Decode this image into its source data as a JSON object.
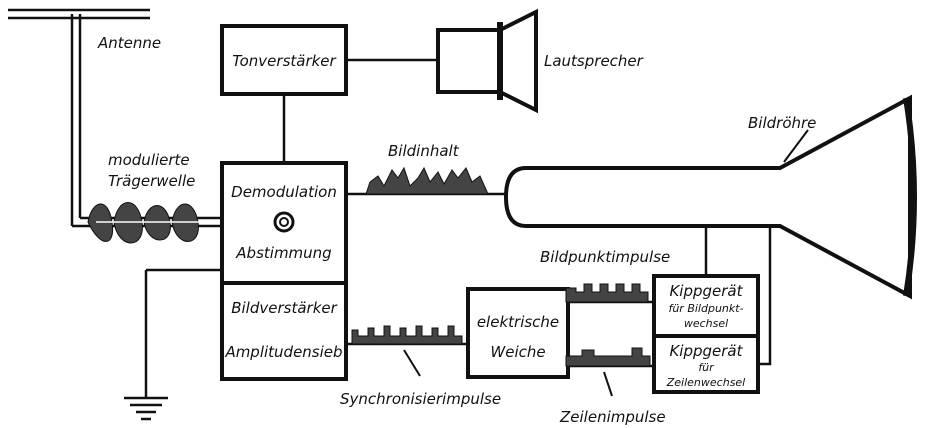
{
  "colors": {
    "ink": "#111111",
    "paper": "#ffffff",
    "pulse_fill": "#444444"
  },
  "labels": {
    "antenna": "Antenne",
    "carrier_line1": "modulierte",
    "carrier_line2": "Trägerwelle",
    "loudspeaker": "Lautsprecher",
    "picture_content": "Bildinhalt",
    "picture_tube": "Bildröhre",
    "pixel_pulses": "Bildpunktimpulse",
    "sync_pulses": "Synchronisierimpulse",
    "line_pulses": "Zeilenimpulse"
  },
  "blocks": {
    "audio_amp": "Tonverstärker",
    "demod_line1": "Demodulation",
    "demod_line2": "Abstimmung",
    "video_amp_line1": "Bildverstärker",
    "video_amp_line2": "Amplitudensieb",
    "switch_line1": "elektrische",
    "switch_line2": "Weiche",
    "pixel_sweep_line1": "Kippgerät",
    "pixel_sweep_line2": "für Bildpunkt-",
    "pixel_sweep_line3": "wechsel",
    "line_sweep_line1": "Kippgerät",
    "line_sweep_line2": "für",
    "line_sweep_line3": "Zeilenwechsel"
  }
}
